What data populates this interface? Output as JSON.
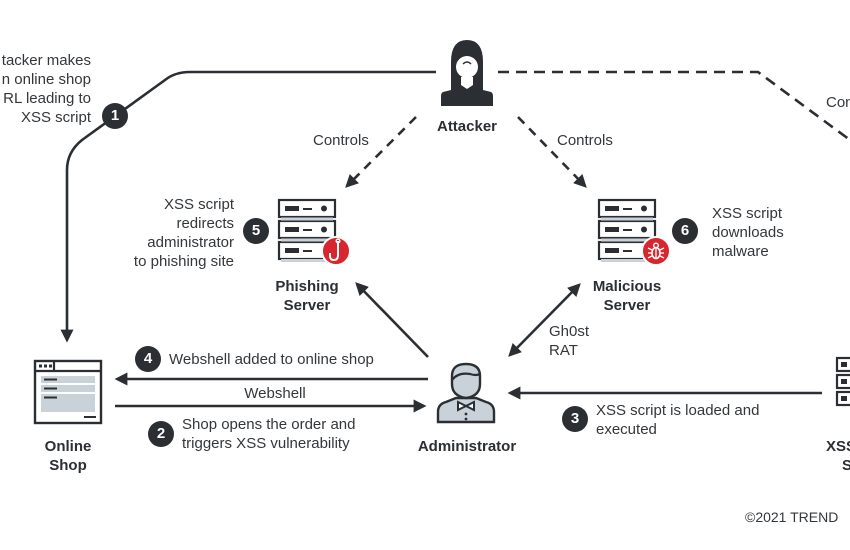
{
  "colors": {
    "ink": "#2b2f33",
    "accent_red": "#d7262e",
    "panel_gray": "#c8d2d8"
  },
  "nodes": {
    "attacker": {
      "label": "Attacker",
      "icon": "hooded-attacker-icon"
    },
    "phishing_server": {
      "label_lines": [
        "Phishing",
        "Server"
      ],
      "icon": "server-icon",
      "badge_icon": "fish-hook-icon"
    },
    "malicious_server": {
      "label_lines": [
        "Malicious",
        "Server"
      ],
      "icon": "server-icon",
      "badge_icon": "bug-icon"
    },
    "online_shop": {
      "label_lines": [
        "Online",
        "Shop"
      ],
      "icon": "browser-window-icon"
    },
    "administrator": {
      "label": "Administrator",
      "icon": "user-bowtie-icon"
    },
    "xss_server": {
      "label_lines": [
        "XSS",
        "S"
      ],
      "icon": "server-icon"
    }
  },
  "steps": [
    {
      "number": "1",
      "lines": [
        "tacker makes",
        "n online shop",
        "RL leading to",
        "XSS script"
      ]
    },
    {
      "number": "2",
      "lines": [
        "Shop opens the order and",
        "triggers XSS vulnerability"
      ]
    },
    {
      "number": "3",
      "lines": [
        "XSS script is loaded and",
        "executed"
      ]
    },
    {
      "number": "4",
      "lines": [
        "Webshell added to online shop"
      ]
    },
    {
      "number": "5",
      "lines": [
        "XSS script",
        "redirects",
        "administrator",
        "to phishing site"
      ]
    },
    {
      "number": "6",
      "lines": [
        "XSS script",
        "downloads",
        "malware"
      ]
    }
  ],
  "edge_labels": {
    "controls_left": "Controls",
    "controls_right": "Controls",
    "controls_far_right": "Con",
    "webshell": "Webshell",
    "rat_lines": [
      "Gh0st",
      "RAT"
    ]
  },
  "footer": {
    "copyright": "©2021 TREND"
  }
}
